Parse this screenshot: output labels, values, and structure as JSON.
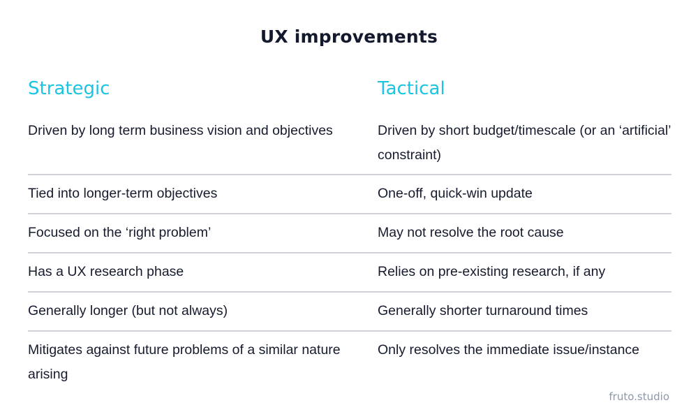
{
  "title": "UX improvements",
  "columns": {
    "left": "Strategic",
    "right": "Tactical"
  },
  "rows": [
    {
      "strategic": "Driven by long term business vision and objectives",
      "tactical": "Driven by short budget/timescale (or an ‘artificial’ constraint)"
    },
    {
      "strategic": "Tied into longer-term objectives",
      "tactical": "One-off, quick-win update"
    },
    {
      "strategic": "Focused on the ‘right problem’",
      "tactical": "May not resolve the root cause"
    },
    {
      "strategic": "Has a UX research phase",
      "tactical": "Relies on pre-existing research, if any"
    },
    {
      "strategic": "Generally longer (but not always)",
      "tactical": "Generally shorter turnaround times"
    },
    {
      "strategic": "Mitigates against future problems of a similar nature arising",
      "tactical": "Only resolves the immediate issue/instance"
    }
  ],
  "watermark": "fruto.studio",
  "colors": {
    "accent": "#1cc4e2",
    "text": "#161b2e",
    "divider": "#d0d1db",
    "watermark": "#8e97ac",
    "background": "#ffffff"
  }
}
